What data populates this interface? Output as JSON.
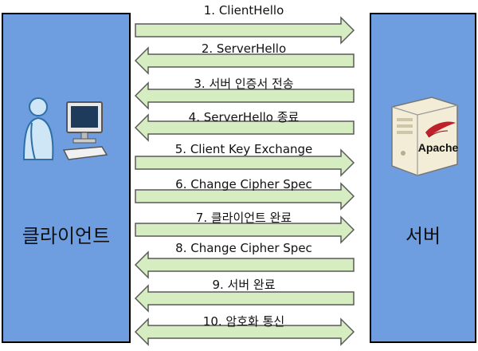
{
  "client": {
    "label": "클라이언트",
    "icon": "user-computer-icon"
  },
  "server": {
    "label": "서버",
    "icon": "apache-server-icon",
    "brand": "Apache"
  },
  "colors": {
    "panel": "#6f9ee0",
    "arrow_fill": "#d6edc1",
    "arrow_stroke": "#5a5a5a"
  },
  "steps": [
    {
      "label": "1. ClientHello",
      "direction": "to-server"
    },
    {
      "label": "2. ServerHello",
      "direction": "to-client"
    },
    {
      "label": "3. 서버 인증서 전송",
      "direction": "to-client"
    },
    {
      "label": "4. ServerHello 종료",
      "direction": "to-client"
    },
    {
      "label": "5. Client Key Exchange",
      "direction": "to-server"
    },
    {
      "label": "6. Change Cipher Spec",
      "direction": "to-server"
    },
    {
      "label": "7. 클라이언트 완료",
      "direction": "to-server"
    },
    {
      "label": "8. Change Cipher Spec",
      "direction": "to-client"
    },
    {
      "label": "9.  서버 완료",
      "direction": "to-client"
    },
    {
      "label": "10.  암호화 통신",
      "direction": "both"
    }
  ]
}
